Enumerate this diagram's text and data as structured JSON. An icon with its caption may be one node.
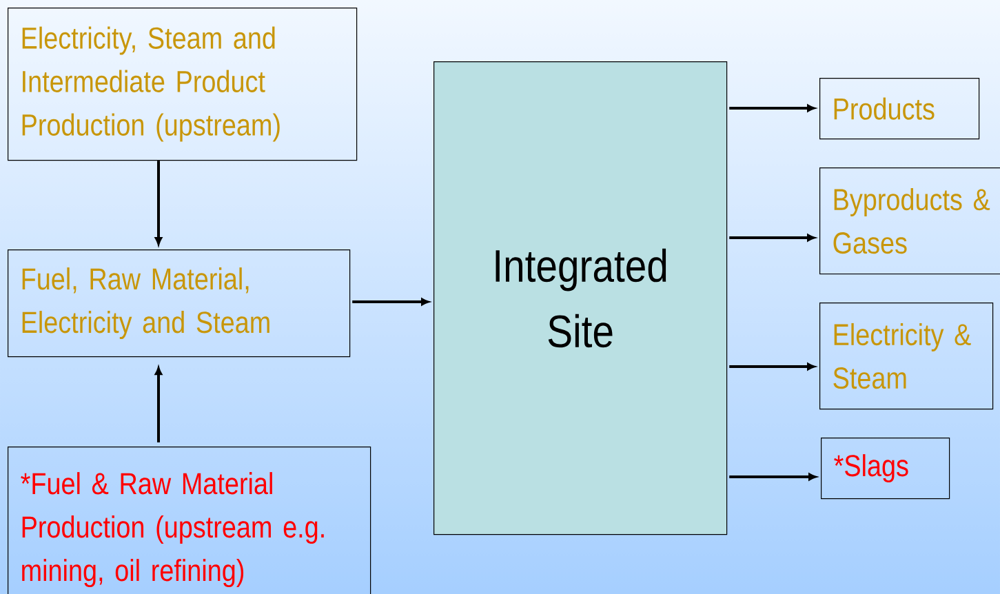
{
  "diagram": {
    "nodes": [
      {
        "text": [
          "Electricity, Steam and Intermediate Product Production (upstream)"
        ]
      },
      {
        "text": [
          "Fuel, Raw Material, Electricity and Steam"
        ]
      },
      {
        "text": [
          "*Fuel & Raw Material Production (upstream e.g. mining, oil refining)"
        ]
      },
      {
        "text": [
          "Integrated Site"
        ]
      },
      {
        "text": [
          "Products"
        ]
      },
      {
        "text": [
          "Byproducts & Gases"
        ]
      },
      {
        "text": [
          "Electricity & Steam"
        ]
      },
      {
        "text": [
          "*Slags"
        ]
      }
    ],
    "edges": [
      {
        "from": 0,
        "to": 1,
        "arrow": "to"
      },
      {
        "from": 2,
        "to": 1,
        "arrow": "to"
      },
      {
        "from": 1,
        "to": 3,
        "arrow": "to"
      },
      {
        "from": 3,
        "to": 4,
        "arrow": "to"
      },
      {
        "from": 3,
        "to": 5,
        "arrow": "to"
      },
      {
        "from": 3,
        "to": 6,
        "arrow": "to"
      },
      {
        "from": 3,
        "to": 7,
        "arrow": "to"
      }
    ]
  }
}
